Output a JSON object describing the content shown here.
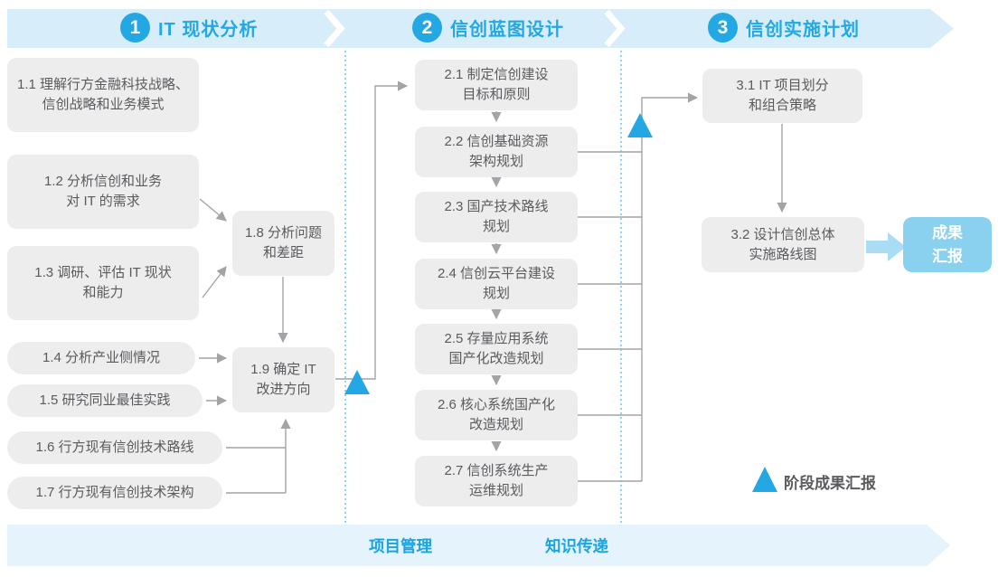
{
  "phases": [
    {
      "number": "1",
      "title": "IT 现状分析"
    },
    {
      "number": "2",
      "title": "信创蓝图设计"
    },
    {
      "number": "3",
      "title": "信创实施计划"
    }
  ],
  "phase1": {
    "steps": [
      "1.1 理解行方金融科技战略、\n信创战略和业务模式",
      "1.2 分析信创和业务\n对 IT 的需求",
      "1.3 调研、评估 IT 现状\n和能力",
      "1.4 分析产业侧情况",
      "1.5 研究同业最佳实践",
      "1.6 行方现有信创技术路线",
      "1.7 行方现有信创技术架构",
      "1.8 分析问题\n和差距",
      "1.9 确定 IT\n改进方向"
    ]
  },
  "phase2": {
    "steps": [
      "2.1 制定信创建设\n目标和原则",
      "2.2 信创基础资源\n架构规划",
      "2.3 国产技术路线\n规划",
      "2.4 信创云平台建设\n规划",
      "2.5 存量应用系统\n国产化改造规划",
      "2.6 核心系统国产化\n改造规划",
      "2.7 信创系统生产\n运维规划"
    ]
  },
  "phase3": {
    "steps": [
      "3.1 IT 项目划分\n和组合策略",
      "3.2 设计信创总体\n实施路线图"
    ],
    "outcome": "成果\n汇报"
  },
  "bottom_band": {
    "items": [
      "项目管理",
      "知识传递"
    ]
  },
  "legend": {
    "milestone": "阶段成果汇报"
  },
  "colors": {
    "accent_blue": "#23a8e4",
    "ribbon_top": "#d8edfa",
    "ribbon_bottom": "#e4f3fc",
    "step_box_bg": "#ededee",
    "step_text": "#5a5b5e",
    "connector_gray": "#a2a4a7",
    "dotted_guide": "#56c4f1",
    "outcome_bg": "#8ad1f0",
    "outcome_arrow": "#a9ddf5"
  }
}
